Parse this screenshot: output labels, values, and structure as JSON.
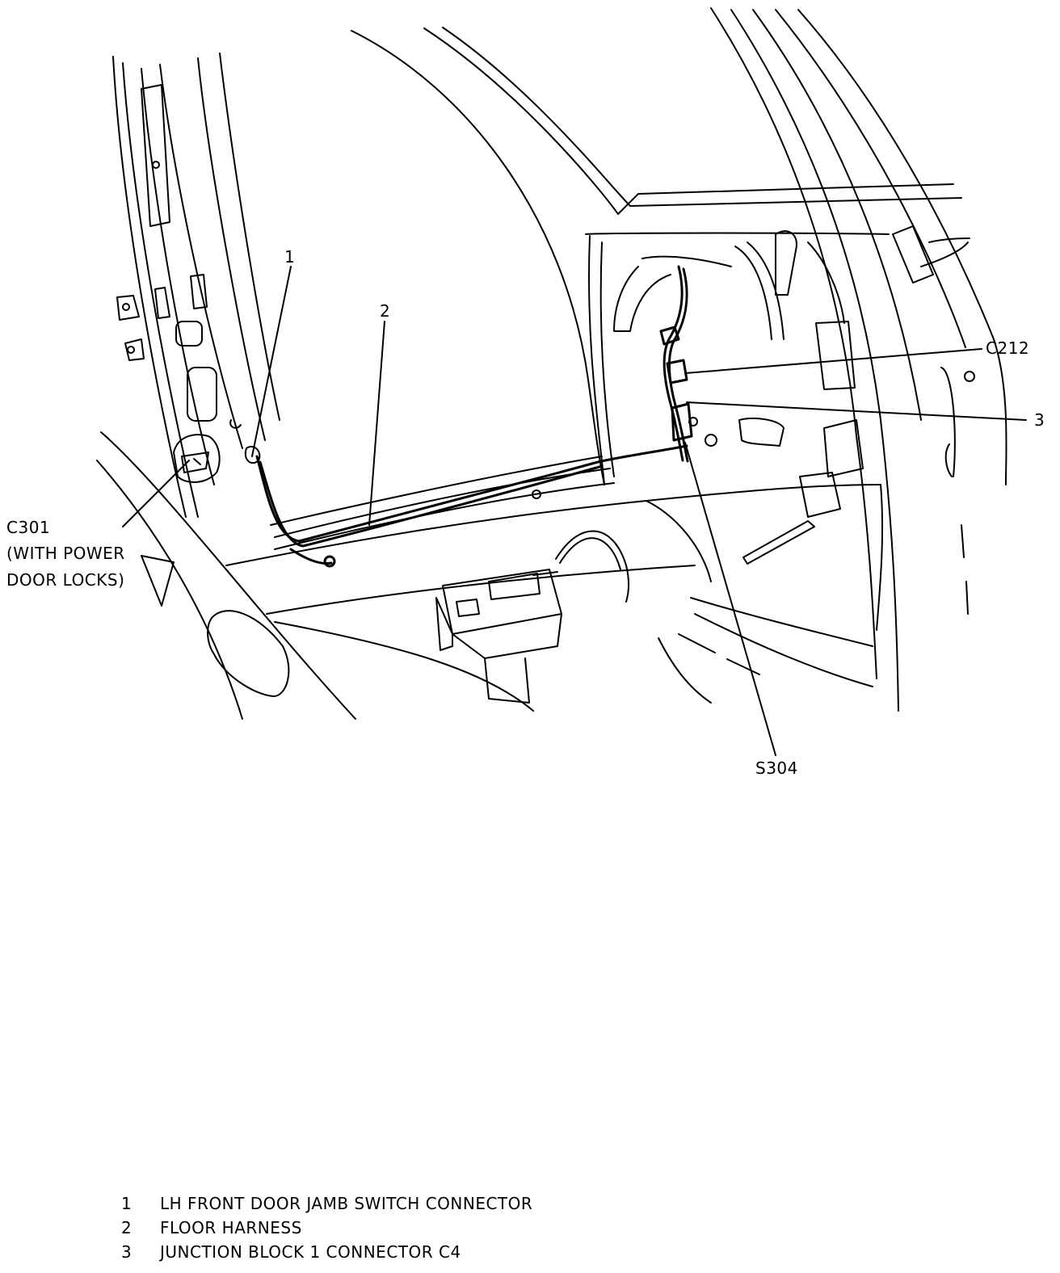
{
  "callouts": {
    "num1": "1",
    "num2": "2",
    "num3": "3",
    "c212": "C212",
    "c301": "C301",
    "c301_note_line1": "(WITH POWER",
    "c301_note_line2": "DOOR LOCKS)",
    "s304": "S304"
  },
  "legend": [
    {
      "number": "1",
      "text": "LH FRONT DOOR JAMB SWITCH CONNECTOR"
    },
    {
      "number": "2",
      "text": "FLOOR HARNESS"
    },
    {
      "number": "3",
      "text": "JUNCTION BLOCK 1 CONNECTOR C4"
    }
  ]
}
